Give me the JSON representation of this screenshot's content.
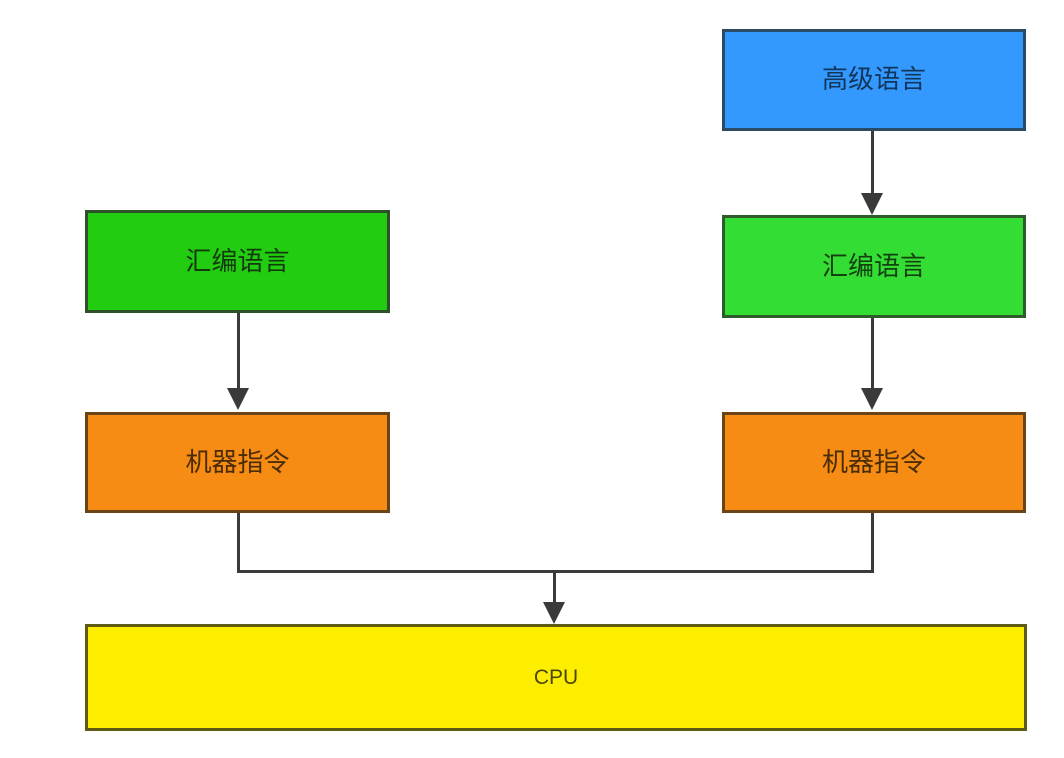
{
  "diagram": {
    "title": "",
    "type": "flowchart",
    "background_color": "#ffffff",
    "edge_color": "#3a3a3a",
    "nodes": [
      {
        "id": "high-level-language",
        "label": "高级语言",
        "fill": "#3399ff",
        "stroke": "#2b4a63",
        "text_color": "#12355a",
        "column": "right",
        "row": 1
      },
      {
        "id": "assembly-language-left",
        "label": "汇编语言",
        "fill": "#22cc11",
        "stroke": "#2f512a",
        "text_color": "#123a0d",
        "column": "left",
        "row": 2
      },
      {
        "id": "assembly-language-right",
        "label": "汇编语言",
        "fill": "#33dd33",
        "stroke": "#2f5b2b",
        "text_color": "#14400f",
        "column": "right",
        "row": 2
      },
      {
        "id": "machine-instruction-left",
        "label": "机器指令",
        "fill": "#f68c14",
        "stroke": "#6a4416",
        "text_color": "#4a2c06",
        "column": "left",
        "row": 3
      },
      {
        "id": "machine-instruction-right",
        "label": "机器指令",
        "fill": "#f68c14",
        "stroke": "#6a4416",
        "text_color": "#4a2c06",
        "column": "right",
        "row": 3
      },
      {
        "id": "cpu",
        "label": "CPU",
        "fill": "#fdee00",
        "stroke": "#5f5b15",
        "text_color": "#4a4708",
        "column": "full",
        "row": 4
      }
    ],
    "edges": [
      {
        "id": "edge-high-level-to-assembly",
        "from": "high-level-language",
        "to": "assembly-language-right",
        "arrow": true
      },
      {
        "id": "edge-assembly-right-to-machine-right",
        "from": "assembly-language-right",
        "to": "machine-instruction-right",
        "arrow": true
      },
      {
        "id": "edge-assembly-left-to-machine-left",
        "from": "assembly-language-left",
        "to": "machine-instruction-left",
        "arrow": true
      },
      {
        "id": "edge-machine-left-to-cpu",
        "from": "machine-instruction-left",
        "to": "cpu",
        "arrow": true,
        "style": "merged-elbow"
      },
      {
        "id": "edge-machine-right-to-cpu",
        "from": "machine-instruction-right",
        "to": "cpu",
        "arrow": true,
        "style": "merged-elbow"
      }
    ]
  }
}
